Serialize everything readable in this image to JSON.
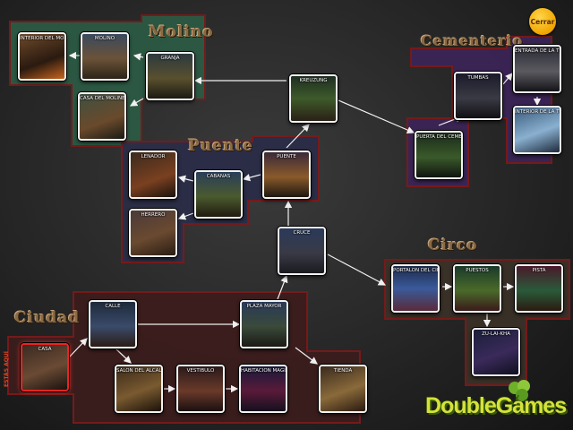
{
  "close_label": "Cerrar",
  "here_label": "ESTÁS AQUÍ",
  "brand": "DoubleGames",
  "regions": {
    "molino": "Molino",
    "cementerio": "Cementerio",
    "puente": "Puente",
    "circo": "Circo",
    "ciudad": "Ciudad"
  },
  "locations": {
    "interior_molino": "INTERIOR DEL MOLINO",
    "molino": "MOLINO",
    "granja": "GRANJA",
    "casa_molinero": "CASA DEL MOLINERO",
    "kreuzung": "KREUZUNG",
    "lenador": "LEÑADOR",
    "cabanas": "CABAÑAS",
    "puente": "PUENTE",
    "herrero": "HERRERO",
    "cruce": "CRUCE",
    "tumbas": "TUMBAS",
    "entrada_tumba": "ENTRADA DE LA TUMBA",
    "interior_tumba": "INTERIOR DE LA TUMBA",
    "puerta_cementerio": "PUERTA DEL CEMENTERIO",
    "portalon_circo": "PORTALÓN DEL CIRCO",
    "puestos": "PUESTOS",
    "pista": "PISTA",
    "zulaikha": "ZU-LAI-KHA",
    "calle": "CALLE",
    "plaza_mayor": "PLAZA MAYOR",
    "casa": "CASA",
    "salon_alcalde": "SALÓN DEL ALCALDE",
    "vestibulo": "VESTÍBULO",
    "habitacion_magica": "HABITACIÓN MÁGICA",
    "tienda": "TIENDA"
  },
  "colors": {
    "molino_region": "#2c5a44",
    "cementerio_region": "#3b2456",
    "puente_region": "#2b2d47",
    "circo_region": "#3a3128",
    "ciudad_region": "#3b1d1c",
    "region_border": "#7a1a1a"
  }
}
